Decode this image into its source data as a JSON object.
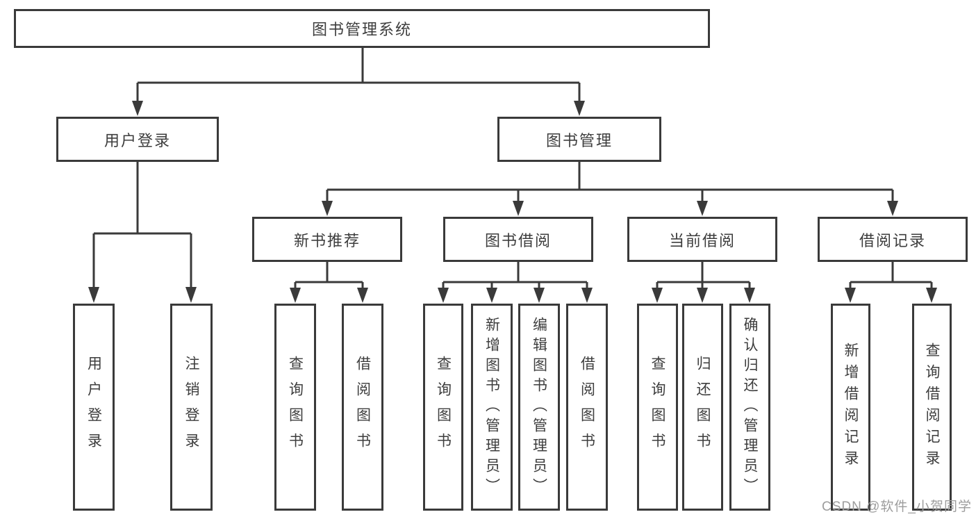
{
  "tree": {
    "root": {
      "label": "图书管理系统",
      "children": [
        {
          "label": "用户登录",
          "children": [
            {
              "label": "用户登录"
            },
            {
              "label": "注销登录"
            }
          ]
        },
        {
          "label": "图书管理",
          "children": [
            {
              "label": "新书推荐",
              "children": [
                {
                  "label": "查询图书"
                },
                {
                  "label": "借阅图书"
                }
              ]
            },
            {
              "label": "图书借阅",
              "children": [
                {
                  "label": "查询图书"
                },
                {
                  "label": "新增图书（管理员）"
                },
                {
                  "label": "编辑图书（管理员）"
                },
                {
                  "label": "借阅图书"
                }
              ]
            },
            {
              "label": "当前借阅",
              "children": [
                {
                  "label": "查询图书"
                },
                {
                  "label": "归还图书"
                },
                {
                  "label": "确认归还（管理员）"
                }
              ]
            },
            {
              "label": "借阅记录",
              "children": [
                {
                  "label": "新增借阅记录"
                },
                {
                  "label": "查询借阅记录"
                }
              ]
            }
          ]
        }
      ]
    }
  },
  "watermark": "CSDN @软件_小贺同学",
  "colors": {
    "stroke": "#3a3a3a",
    "text": "#3d3d3d",
    "background": "#ffffff",
    "watermark": "#9d9d9d"
  }
}
